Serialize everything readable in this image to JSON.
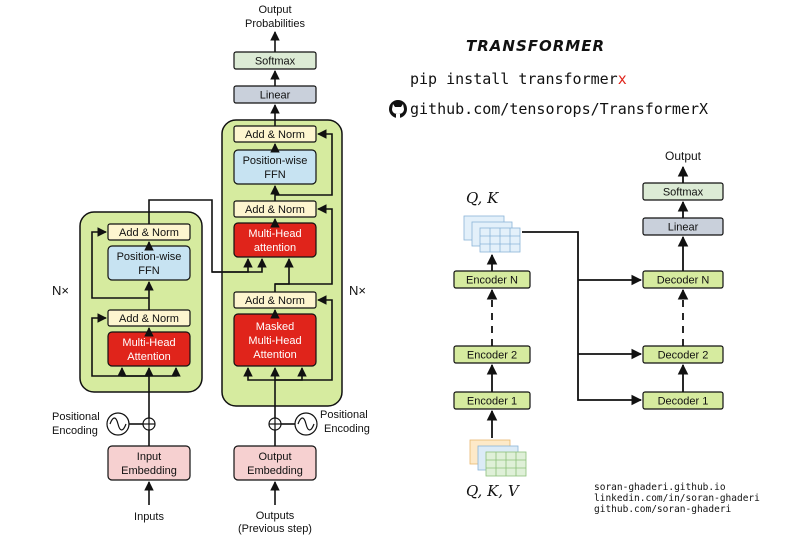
{
  "title": "TRANSFORMER",
  "install": {
    "prefix": "pip install transformer",
    "suffix": "x",
    "suffix_color": "#e0241b"
  },
  "github_url": "github.com/tensorops/TransformerX",
  "left_diagram": {
    "output_probabilities": [
      "Output",
      "Probabilities"
    ],
    "softmax": "Softmax",
    "linear": "Linear",
    "add_norm": "Add & Norm",
    "ffn": [
      "Position-wise",
      "FFN"
    ],
    "mha": [
      "Multi-Head",
      "Attention"
    ],
    "mha_dec": [
      "Multi-Head",
      "attention"
    ],
    "masked_mha": [
      "Masked",
      "Multi-Head",
      "Attention"
    ],
    "nx": "N×",
    "positional_encoding": [
      "Positional",
      "Encoding"
    ],
    "input_embedding": [
      "Input",
      "Embedding"
    ],
    "output_embedding": [
      "Output",
      "Embedding"
    ],
    "inputs": "Inputs",
    "outputs": [
      "Outputs",
      "(Previous step)"
    ]
  },
  "right_diagram": {
    "output": "Output",
    "softmax": "Softmax",
    "linear": "Linear",
    "qk": "Q, K",
    "qkv": "Q, K, V",
    "encoders": [
      "Encoder N",
      "Encoder 2",
      "Encoder 1"
    ],
    "decoders": [
      "Decoder N",
      "Decoder 2",
      "Decoder 1"
    ]
  },
  "credits": [
    "soran-ghaderi.github.io",
    "linkedin.com/in/soran-ghaderi",
    "github.com/soran-ghaderi"
  ],
  "colors": {
    "block_bg": "#d6eb9f",
    "add_norm": "#fdf5cf",
    "ffn": "#c7e3f2",
    "attention": "#e0241b",
    "embedding": "#f6d0d0",
    "softmax": "#dcebd5",
    "linear": "#c9d0db",
    "coder": "#d6eb9f"
  }
}
